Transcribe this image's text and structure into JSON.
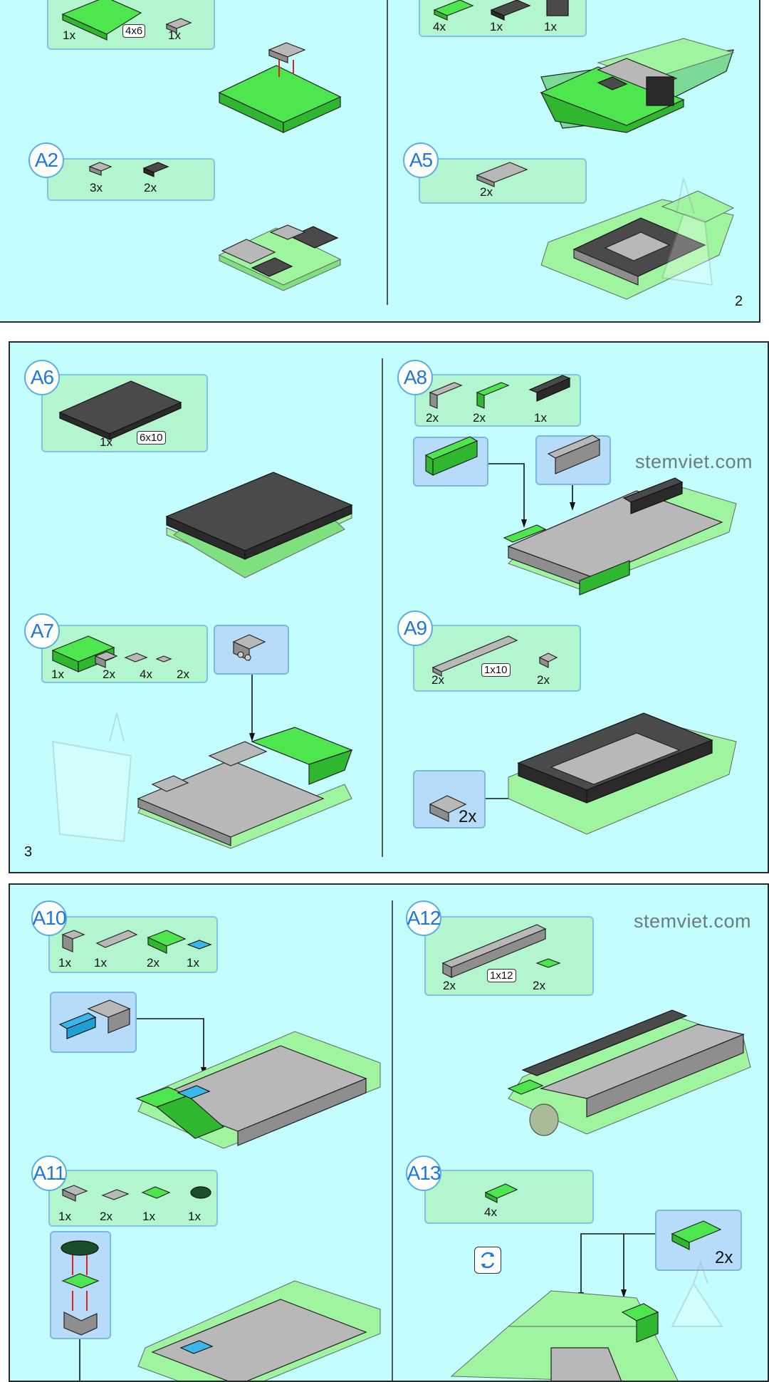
{
  "page2": {
    "number": "2",
    "left": {
      "step_a1": {
        "qtys": [
          "1x",
          "1x"
        ],
        "dim": "4x6"
      },
      "step_a2": {
        "badge": "A2",
        "qtys": [
          "3x",
          "2x"
        ]
      }
    },
    "right": {
      "step_a4": {
        "qtys": [
          "4x",
          "1x",
          "1x"
        ]
      },
      "step_a5": {
        "badge": "A5",
        "qtys": [
          "2x"
        ]
      }
    }
  },
  "page3": {
    "number": "3",
    "step_a6": {
      "badge": "A6",
      "qtys": [
        "1x"
      ],
      "dim": "6x10"
    },
    "step_a7": {
      "badge": "A7",
      "qtys": [
        "1x",
        "2x",
        "4x",
        "2x"
      ]
    },
    "step_a8": {
      "badge": "A8",
      "qtys": [
        "2x",
        "2x",
        "1x"
      ]
    },
    "step_a9": {
      "badge": "A9",
      "qtys": [
        "2x",
        "2x"
      ],
      "dim": "1x10",
      "callout_qty": "2x"
    },
    "watermark": "stemviet.com"
  },
  "page4": {
    "step_a10": {
      "badge": "A10",
      "qtys": [
        "1x",
        "1x",
        "2x",
        "1x"
      ]
    },
    "step_a11": {
      "badge": "A11",
      "qtys": [
        "1x",
        "2x",
        "1x",
        "1x"
      ]
    },
    "step_a12": {
      "badge": "A12",
      "qtys": [
        "2x",
        "2x"
      ],
      "dim": "1x12"
    },
    "step_a13": {
      "badge": "A13",
      "qtys": [
        "4x"
      ],
      "callout_qty": "2x"
    },
    "watermark": "stemviet.com"
  },
  "colors": {
    "page_bg": "#c4fdfd",
    "parts_box": "#b3f5cf",
    "callout_box": "#b6dcfa",
    "badge_text": "#1e78d6",
    "brick_green": "#4ee64e",
    "brick_gray": "#b8b8b8",
    "brick_dark": "#4a4a4a"
  }
}
